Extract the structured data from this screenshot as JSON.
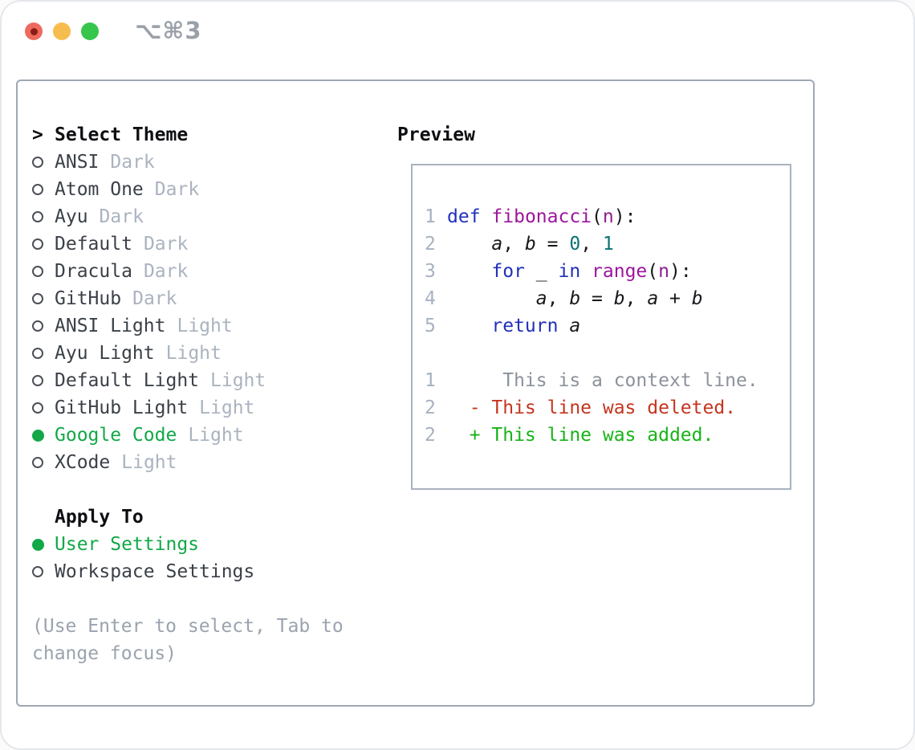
{
  "window": {
    "shortcut": "⌥⌘3",
    "traffic_lights": [
      "close",
      "minimize",
      "zoom"
    ]
  },
  "theme_picker": {
    "header": {
      "marker": ">",
      "label": "Select Theme"
    },
    "items": [
      {
        "name": "ANSI",
        "variant": "Dark",
        "selected": false
      },
      {
        "name": "Atom One",
        "variant": "Dark",
        "selected": false
      },
      {
        "name": "Ayu",
        "variant": "Dark",
        "selected": false
      },
      {
        "name": "Default",
        "variant": "Dark",
        "selected": false
      },
      {
        "name": "Dracula",
        "variant": "Dark",
        "selected": false
      },
      {
        "name": "GitHub",
        "variant": "Dark",
        "selected": false
      },
      {
        "name": "ANSI Light",
        "variant": "Light",
        "selected": false
      },
      {
        "name": "Ayu Light",
        "variant": "Light",
        "selected": false
      },
      {
        "name": "Default Light",
        "variant": "Light",
        "selected": false
      },
      {
        "name": "GitHub Light",
        "variant": "Light",
        "selected": false
      },
      {
        "name": "Google Code",
        "variant": "Light",
        "selected": true
      },
      {
        "name": "XCode",
        "variant": "Light",
        "selected": false
      }
    ],
    "apply_to": {
      "label": "Apply To",
      "options": [
        {
          "name": "User Settings",
          "selected": true
        },
        {
          "name": "Workspace Settings",
          "selected": false
        }
      ]
    },
    "hint": "(Use Enter to select, Tab to change focus)"
  },
  "preview": {
    "title": "Preview",
    "code_lines": [
      {
        "num": "1",
        "tokens": [
          {
            "s": "kw",
            "t": "def"
          },
          {
            "s": "pl",
            "t": " "
          },
          {
            "s": "fn",
            "t": "fibonacci"
          },
          {
            "s": "pl",
            "t": "("
          },
          {
            "s": "prm",
            "t": "n"
          },
          {
            "s": "pl",
            "t": "):"
          }
        ]
      },
      {
        "num": "2",
        "tokens": [
          {
            "s": "pl",
            "t": "    "
          },
          {
            "s": "var",
            "t": "a"
          },
          {
            "s": "pl",
            "t": ", "
          },
          {
            "s": "var",
            "t": "b"
          },
          {
            "s": "pl",
            "t": " = "
          },
          {
            "s": "num",
            "t": "0"
          },
          {
            "s": "pl",
            "t": ", "
          },
          {
            "s": "num",
            "t": "1"
          }
        ]
      },
      {
        "num": "3",
        "tokens": [
          {
            "s": "pl",
            "t": "    "
          },
          {
            "s": "kw",
            "t": "for"
          },
          {
            "s": "pl",
            "t": " _ "
          },
          {
            "s": "kw",
            "t": "in"
          },
          {
            "s": "pl",
            "t": " "
          },
          {
            "s": "fn",
            "t": "range"
          },
          {
            "s": "pl",
            "t": "("
          },
          {
            "s": "prm",
            "t": "n"
          },
          {
            "s": "pl",
            "t": "):"
          }
        ]
      },
      {
        "num": "4",
        "tokens": [
          {
            "s": "pl",
            "t": "        "
          },
          {
            "s": "var",
            "t": "a"
          },
          {
            "s": "pl",
            "t": ", "
          },
          {
            "s": "var",
            "t": "b"
          },
          {
            "s": "pl",
            "t": " = "
          },
          {
            "s": "var",
            "t": "b"
          },
          {
            "s": "pl",
            "t": ", "
          },
          {
            "s": "var",
            "t": "a"
          },
          {
            "s": "pl",
            "t": " + "
          },
          {
            "s": "var",
            "t": "b"
          }
        ]
      },
      {
        "num": "5",
        "tokens": [
          {
            "s": "pl",
            "t": "    "
          },
          {
            "s": "kw",
            "t": "return"
          },
          {
            "s": "pl",
            "t": " "
          },
          {
            "s": "var",
            "t": "a"
          }
        ]
      }
    ],
    "diff_lines": [
      {
        "num": "1",
        "kind": "context",
        "text": "     This is a context line."
      },
      {
        "num": "2",
        "kind": "del",
        "text": "  - This line was deleted."
      },
      {
        "num": "2",
        "kind": "add",
        "text": "  + This line was added."
      }
    ]
  },
  "colors": {
    "green": "#12a848",
    "diff-red": "#c5351e",
    "diff-green": "#17b417",
    "context-gray": "#8c929b",
    "kw": "#2130bb",
    "fn": "#9c169c",
    "prm": "#8e1f8e",
    "num": "#0b7272",
    "code-plain": "#16181c",
    "line-number": "#a7b1c0",
    "tl-red": "#ee6a5e",
    "tl-red-dot": "#8c1d15",
    "tl-yellow": "#f6bd4e",
    "tl-green": "#36c64c"
  }
}
